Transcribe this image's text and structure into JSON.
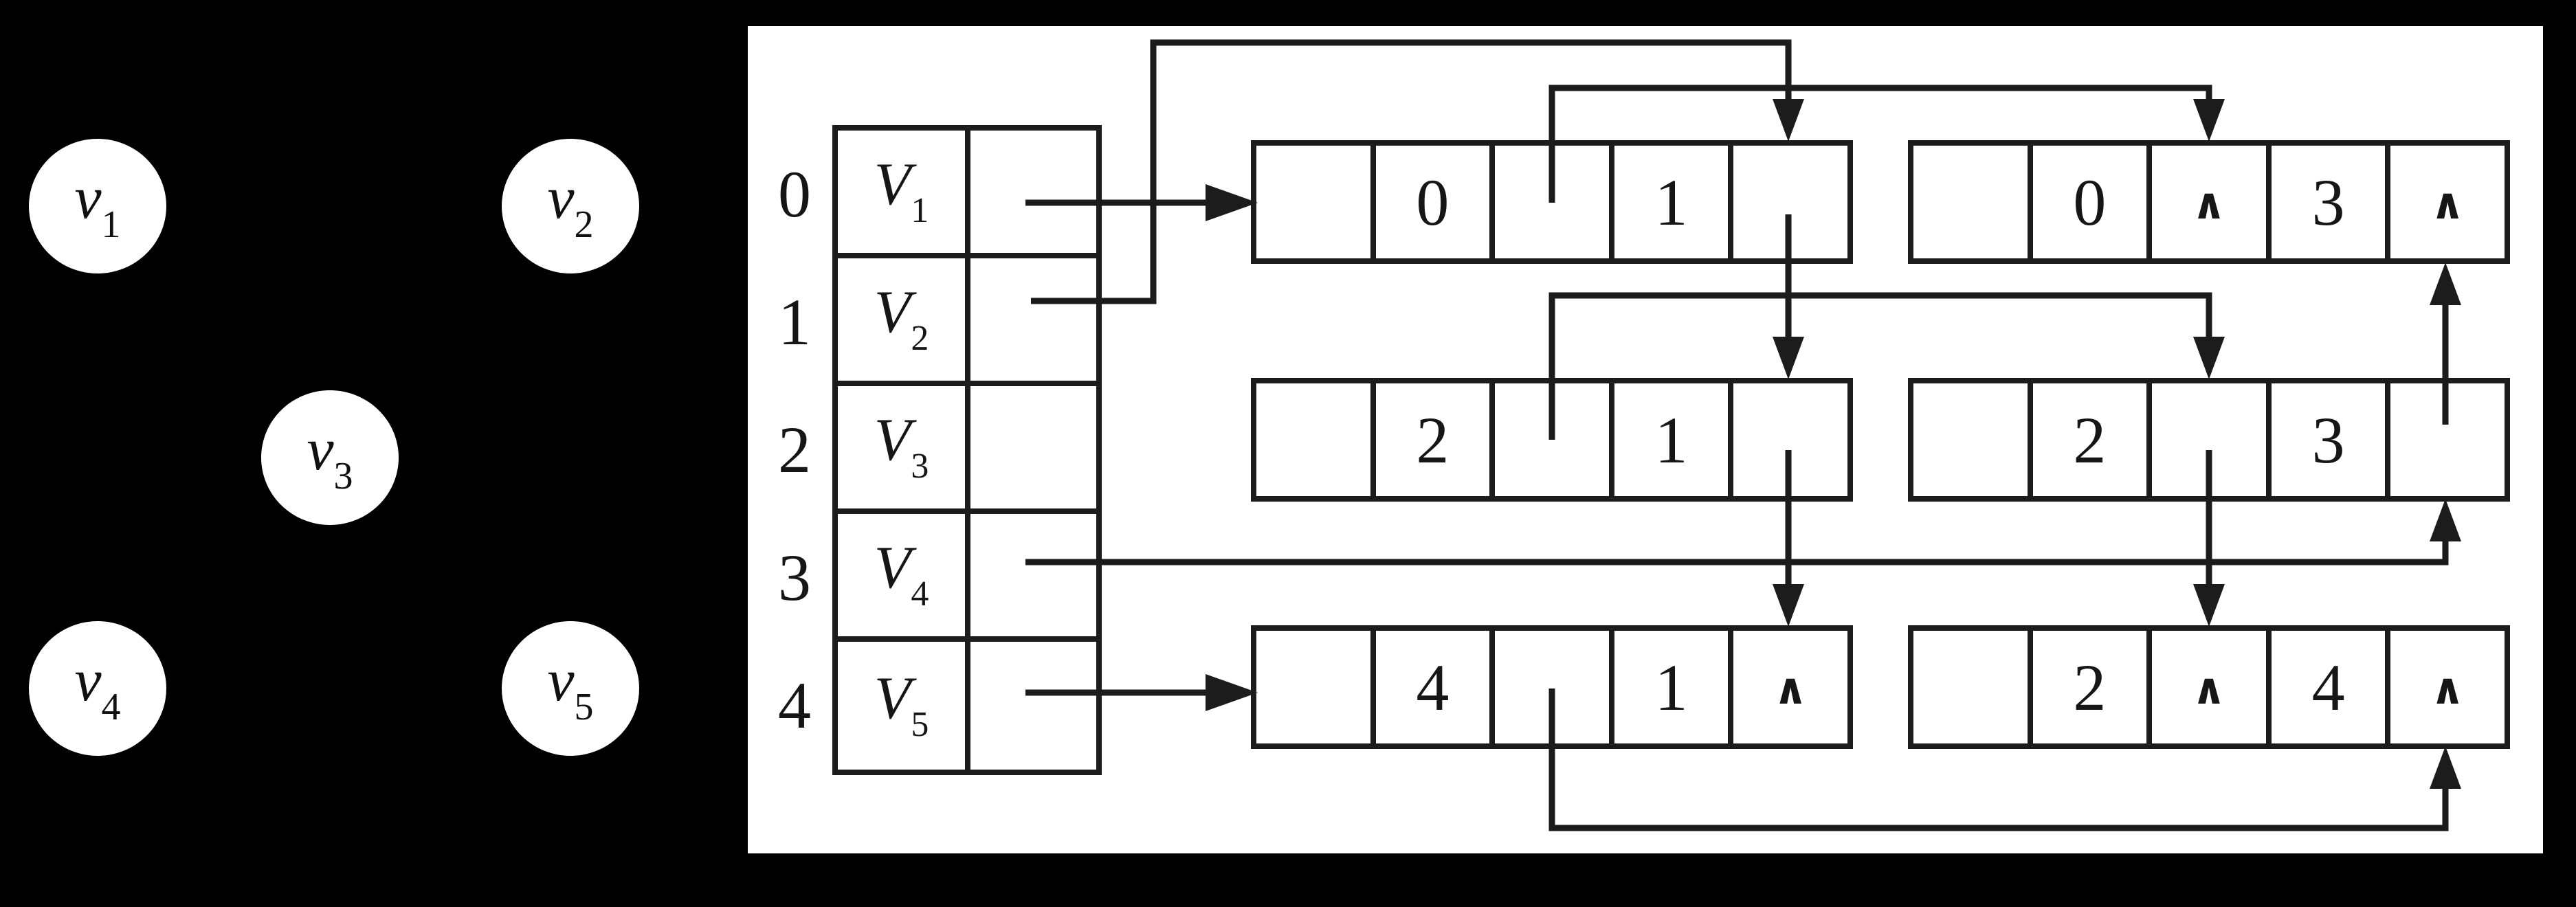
{
  "colors": {
    "background": "#000000",
    "panel": "#ffffff",
    "ink": "#1c1c1c"
  },
  "graph": {
    "vertices": [
      {
        "base": "v",
        "sub": "1"
      },
      {
        "base": "v",
        "sub": "2"
      },
      {
        "base": "v",
        "sub": "3"
      },
      {
        "base": "v",
        "sub": "4"
      },
      {
        "base": "v",
        "sub": "5"
      }
    ]
  },
  "table": {
    "rows": [
      {
        "index": "0",
        "base": "V",
        "sub": "1"
      },
      {
        "index": "1",
        "base": "V",
        "sub": "2"
      },
      {
        "index": "2",
        "base": "V",
        "sub": "3"
      },
      {
        "index": "3",
        "base": "V",
        "sub": "4"
      },
      {
        "index": "4",
        "base": "V",
        "sub": "5"
      }
    ]
  },
  "nodes": [
    {
      "id": "edge-0-1",
      "cells": [
        "",
        "0",
        "",
        "1",
        ""
      ]
    },
    {
      "id": "edge-0-3",
      "cells": [
        "",
        "0",
        "∧",
        "3",
        "∧"
      ]
    },
    {
      "id": "edge-2-1",
      "cells": [
        "",
        "2",
        "",
        "1",
        ""
      ]
    },
    {
      "id": "edge-2-3",
      "cells": [
        "",
        "2",
        "",
        "3",
        ""
      ]
    },
    {
      "id": "edge-4-1",
      "cells": [
        "",
        "4",
        "",
        "1",
        "∧"
      ]
    },
    {
      "id": "edge-2-4",
      "cells": [
        "",
        "2",
        "∧",
        "4",
        "∧"
      ]
    }
  ],
  "links": [
    {
      "from": "header-V1",
      "to": "edge-0-1"
    },
    {
      "from": "header-V2",
      "to": "edge-0-1"
    },
    {
      "from": "edge-0-1-link1",
      "to": "edge-0-3"
    },
    {
      "from": "edge-0-1-link2",
      "to": "edge-2-1"
    },
    {
      "from": "edge-2-1-link1",
      "to": "edge-2-3"
    },
    {
      "from": "edge-2-1-link2",
      "to": "edge-4-1"
    },
    {
      "from": "edge-2-3-link1",
      "to": "edge-2-4"
    },
    {
      "from": "edge-2-3-link2",
      "to": "edge-0-3"
    },
    {
      "from": "header-V4",
      "to": "edge-2-3"
    },
    {
      "from": "header-V5",
      "to": "edge-4-1"
    },
    {
      "from": "edge-4-1-link1",
      "to": "edge-2-4"
    }
  ]
}
